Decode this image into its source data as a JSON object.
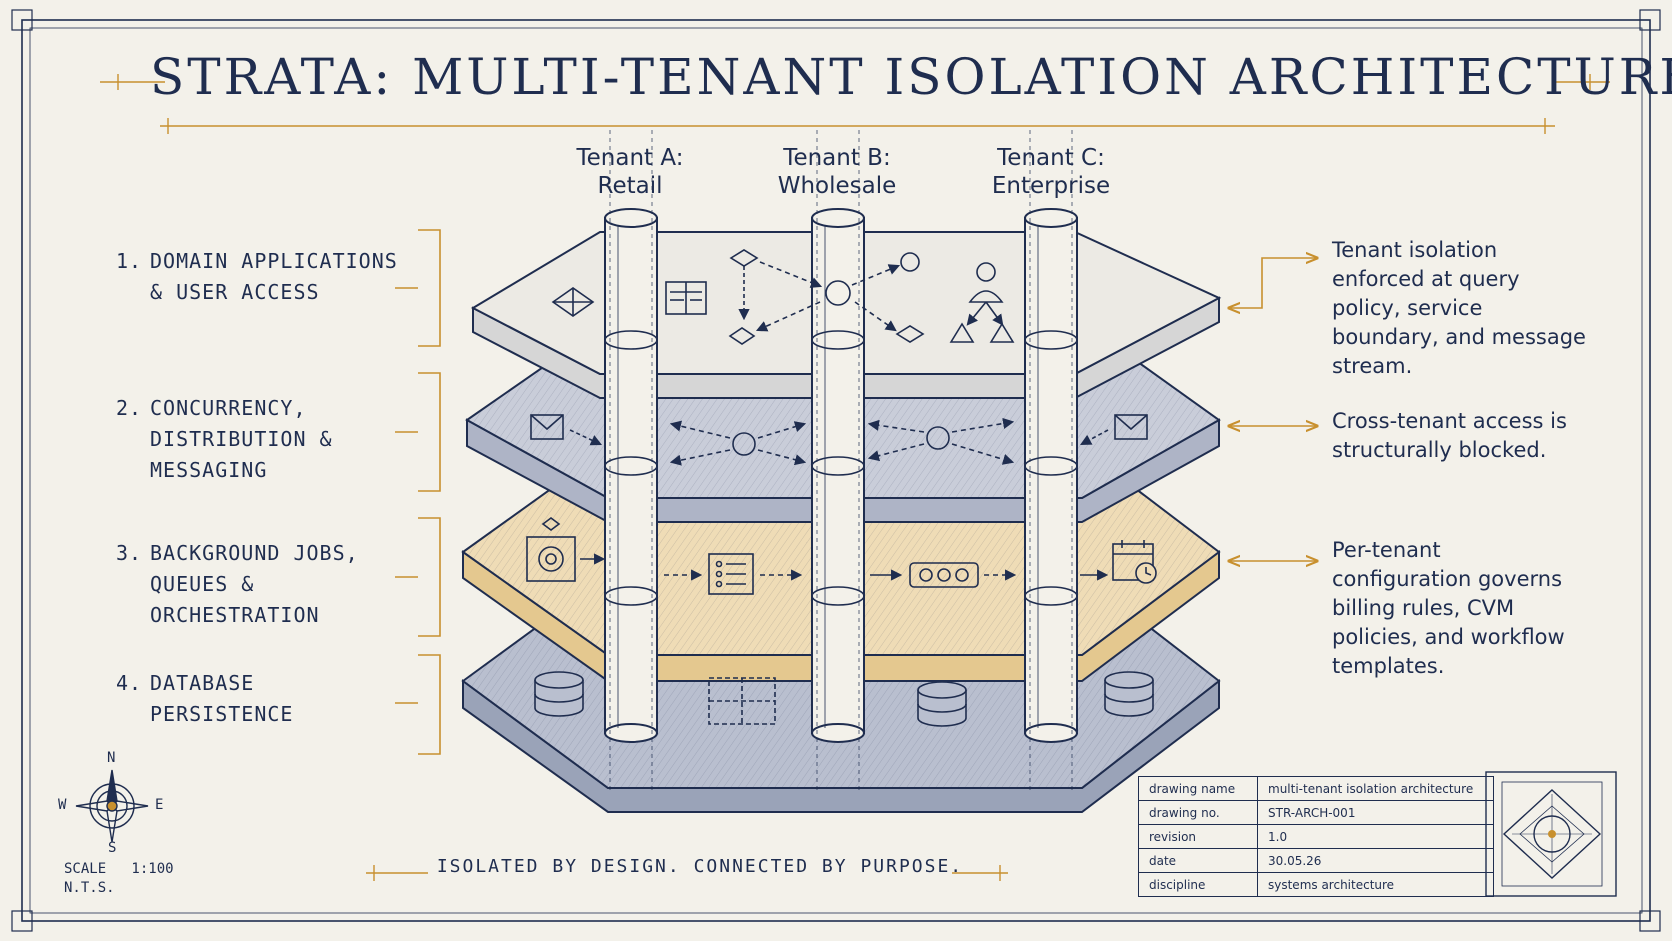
{
  "title": "STRATA: MULTI-TENANT ISOLATION ARCHITECTURE",
  "tenants": [
    {
      "name": "Tenant A:",
      "type": "Retail"
    },
    {
      "name": "Tenant B:",
      "type": "Wholesale"
    },
    {
      "name": "Tenant C:",
      "type": "Enterprise"
    }
  ],
  "layers": [
    {
      "num": "1.",
      "lines": [
        "DOMAIN APPLICATIONS",
        "& USER ACCESS"
      ]
    },
    {
      "num": "2.",
      "lines": [
        "CONCURRENCY,",
        "DISTRIBUTION &",
        "MESSAGING"
      ]
    },
    {
      "num": "3.",
      "lines": [
        "BACKGROUND JOBS,",
        "QUEUES &",
        "ORCHESTRATION"
      ]
    },
    {
      "num": "4.",
      "lines": [
        "DATABASE",
        "PERSISTENCE"
      ]
    }
  ],
  "notes": [
    "Tenant isolation enforced at query policy, service boundary, and message stream.",
    "Cross-tenant access is structurally blocked.",
    "Per-tenant configuration governs billing rules, CVM policies, and workflow templates."
  ],
  "tagline": "ISOLATED BY DESIGN. CONNECTED BY PURPOSE.",
  "scale": {
    "line1": "SCALE   1:100",
    "line2": "N.T.S."
  },
  "compass": {
    "n": "N",
    "s": "S",
    "e": "E",
    "w": "W"
  },
  "title_block": [
    {
      "key": "drawing name",
      "value": "multi-tenant isolation architecture"
    },
    {
      "key": "drawing no.",
      "value": "STR-ARCH-001"
    },
    {
      "key": "revision",
      "value": "1.0"
    },
    {
      "key": "date",
      "value": "30.05.26"
    },
    {
      "key": "discipline",
      "value": "systems architecture"
    }
  ],
  "colors": {
    "ink": "#1f2d4f",
    "accent": "#c8902e",
    "paper": "#f3f1ea",
    "slab_light": "#eceae4",
    "slab_blue": "#c9cdd9",
    "slab_tan": "#efdcb6",
    "slab_db": "#b9bfcf"
  },
  "icons": {
    "layer1": [
      "diamond-icon",
      "form-icon",
      "flowchart-icon",
      "user-hierarchy-icon"
    ],
    "layer2": [
      "envelope-icon",
      "message-node-icon",
      "envelope-icon"
    ],
    "layer3": [
      "gear-icon",
      "checklist-icon",
      "pipeline-icon",
      "calendar-clock-icon"
    ],
    "layer4": [
      "database-icon",
      "grid-table-icon",
      "database-icon",
      "database-icon"
    ]
  }
}
